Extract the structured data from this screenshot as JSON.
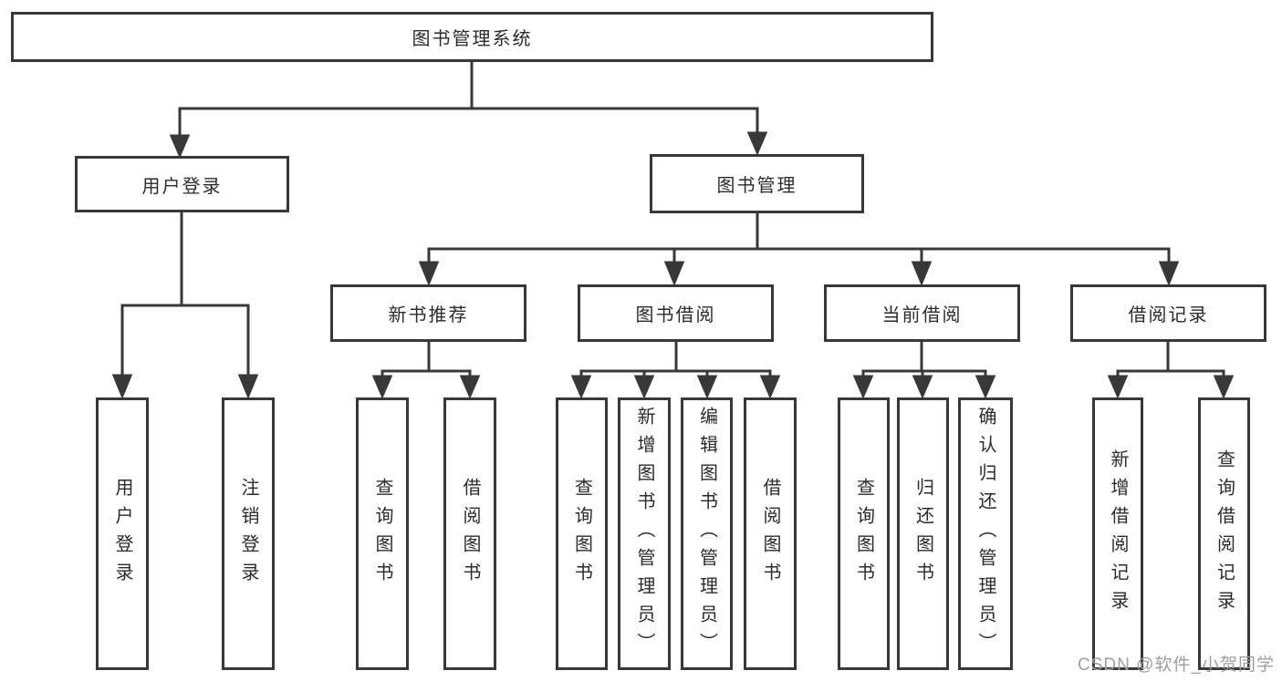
{
  "tree": {
    "root": {
      "label": "图书管理系统"
    },
    "level2": [
      {
        "label": "用户登录",
        "children": [
          "用户登录",
          "注销登录"
        ]
      },
      {
        "label": "图书管理"
      }
    ],
    "level3": [
      {
        "label": "新书推荐",
        "children": [
          "查询图书",
          "借阅图书"
        ]
      },
      {
        "label": "图书借阅",
        "children": [
          "查询图书",
          "新增图书（管理员）",
          "编辑图书（管理员）",
          "借阅图书"
        ]
      },
      {
        "label": "当前借阅",
        "children": [
          "查询图书",
          "归还图书",
          "确认归还（管理员）"
        ]
      },
      {
        "label": "借阅记录",
        "children": [
          "新增借阅记录",
          "查询借阅记录"
        ]
      }
    ]
  },
  "watermark": {
    "text": "CSDN @软件_小贺同学"
  },
  "colors": {
    "line": "#383838",
    "box_border": "#383838",
    "text": "#2b2b2b",
    "watermark": "#9e9e9e",
    "background": "#ffffff"
  }
}
